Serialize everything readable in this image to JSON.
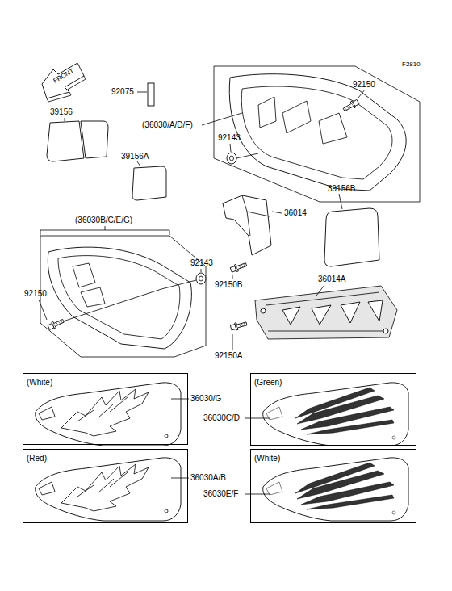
{
  "diagram": {
    "nodes": [
      {
        "text": [
          "(White)"
        ]
      },
      {
        "text": [
          "(Green)"
        ]
      },
      {
        "text": [
          "(Red)"
        ]
      },
      {
        "text": [
          "(White)"
        ]
      }
    ],
    "labels": [
      "F2810",
      "FRONT",
      "92075",
      "92150",
      "39156",
      "(36030/A/D/F)",
      "39156A",
      "92143",
      "36014",
      "39156B",
      "(36030B/C/E/G)",
      "92143",
      "92150B",
      "36014A",
      "92150",
      "92150A",
      "36030/G",
      "36030C/D",
      "36030A/B",
      "36030E/F"
    ]
  }
}
